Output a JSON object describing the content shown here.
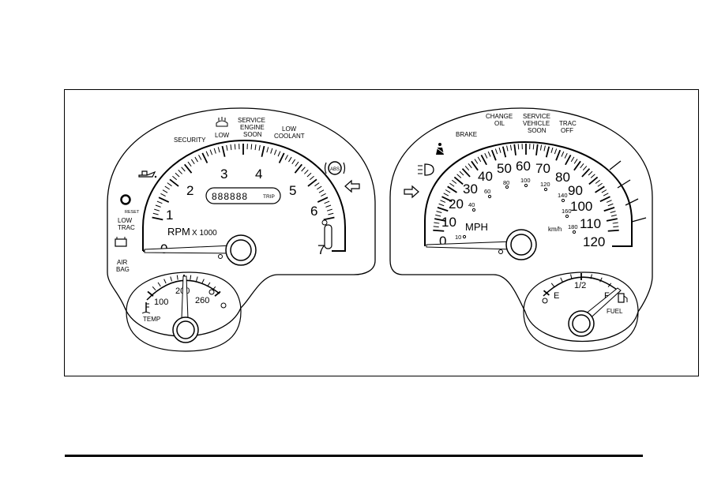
{
  "tachometer": {
    "numbers": [
      "0",
      "1",
      "2",
      "3",
      "4",
      "5",
      "6",
      "7"
    ],
    "unit_main": "RPM",
    "unit_multiplier": "X 1000",
    "odometer_digits": "888888",
    "trip_label": "TRIP"
  },
  "warning_labels": {
    "security": "SECURITY",
    "washer_low": "LOW",
    "service_engine_soon": [
      "SERVICE",
      "ENGINE",
      "SOON"
    ],
    "low_coolant": [
      "LOW",
      "COOLANT"
    ],
    "abs": "ABS",
    "reset": "RESET",
    "low_trac": [
      "LOW",
      "TRAC"
    ],
    "air_bag": [
      "AIR",
      "BAG"
    ],
    "brake": "BRAKE",
    "change_oil": [
      "CHANGE",
      "OIL"
    ],
    "service_vehicle_soon": [
      "SERVICE",
      "VEHICLE",
      "SOON"
    ],
    "trac_off": [
      "TRAC",
      "OFF"
    ]
  },
  "temperature": {
    "numbers": [
      "100",
      "200",
      "260"
    ],
    "label": "TEMP"
  },
  "speedometer": {
    "mph_numbers": [
      "0",
      "10",
      "20",
      "30",
      "40",
      "50",
      "60",
      "70",
      "80",
      "90",
      "100",
      "110",
      "120"
    ],
    "mph_label": "MPH",
    "kmh_numbers": [
      "10",
      "40",
      "60",
      "80",
      "100",
      "120",
      "140",
      "160",
      "180"
    ],
    "kmh_label": "km/h"
  },
  "fuel": {
    "empty_label": "E",
    "half_label": "1/2",
    "full_label": "F",
    "label": "FUEL"
  }
}
